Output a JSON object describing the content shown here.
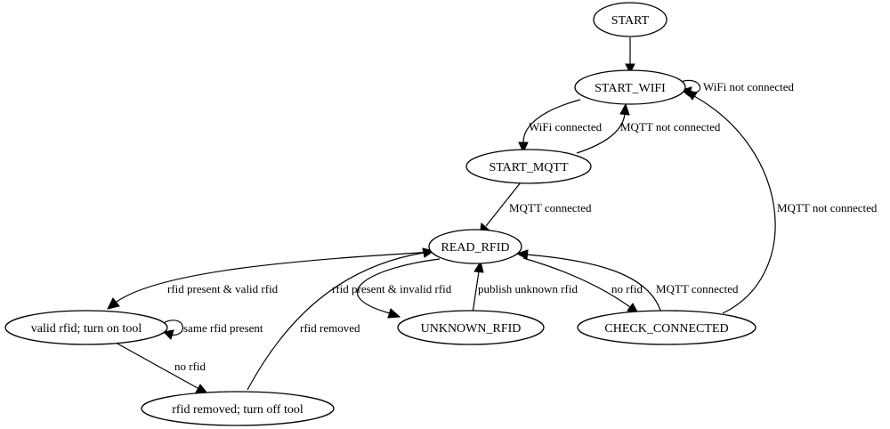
{
  "diagram": {
    "nodes": {
      "start": "START",
      "start_wifi": "START_WIFI",
      "start_mqtt": "START_MQTT",
      "read_rfid": "READ_RFID",
      "valid_rfid": "valid rfid; turn on tool",
      "unknown_rfid": "UNKNOWN_RFID",
      "check_connected": "CHECK_CONNECTED",
      "rfid_removed": "rfid removed; turn off tool"
    },
    "edges": {
      "wifi_not_connected": "WiFi not connected",
      "wifi_connected": "WiFi connected",
      "mqtt_not_connected_1": "MQTT not connected",
      "mqtt_connected_1": "MQTT connected",
      "rfid_present_valid": "rfid present & valid rfid",
      "rfid_present_invalid": "rfid present & invalid rfid",
      "publish_unknown": "publish unknown rfid",
      "no_rfid_1": "no rfid",
      "mqtt_connected_2": "MQTT connected",
      "mqtt_not_connected_2": "MQTT not connected",
      "same_rfid_present": "same rfid present",
      "no_rfid_2": "no rfid",
      "rfid_removed": "rfid removed"
    }
  }
}
